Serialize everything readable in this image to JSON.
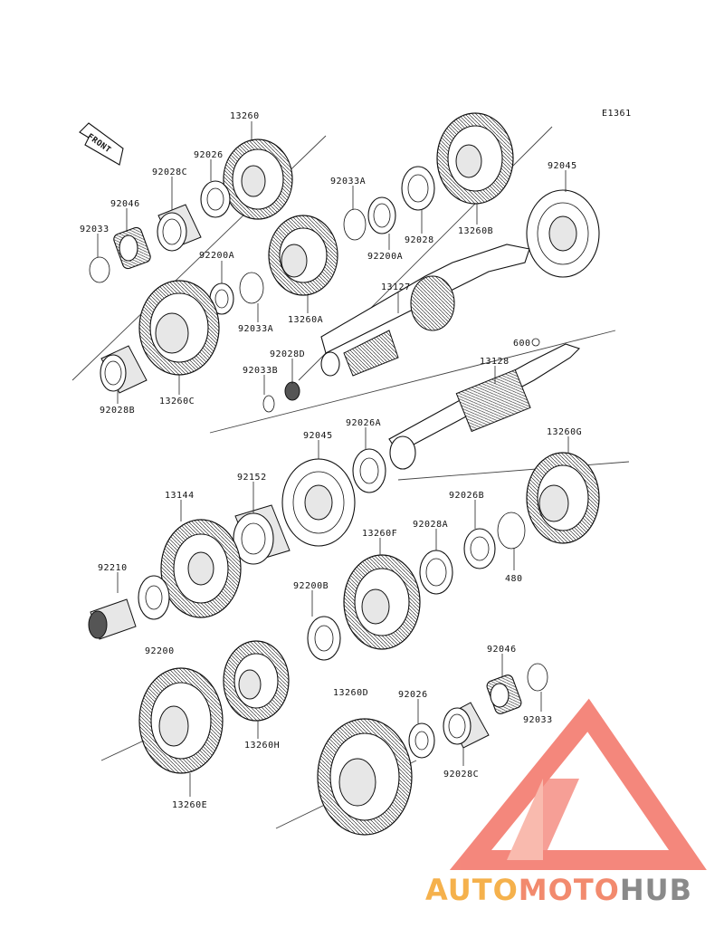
{
  "diagram_code": "E1361",
  "front_label": "FRONT",
  "parts": {
    "p13260": "13260",
    "p92026_top": "92026",
    "p92028C_top": "92028C",
    "p92046_top": "92046",
    "p92033_top": "92033",
    "p92033A_upper": "92033A",
    "p92200A_upper": "92200A",
    "p92028": "92028",
    "p13260B": "13260B",
    "p92045_top": "92045",
    "p92200A_mid": "92200A",
    "p92033A_mid": "92033A",
    "p13260A": "13260A",
    "p13127": "13127",
    "p13260C": "13260C",
    "p92028B": "92028B",
    "p92028D": "92028D",
    "p92033B": "92033B",
    "p600": "600",
    "p13128": "13128",
    "p92026A": "92026A",
    "p92045_mid": "92045",
    "p13260G": "13260G",
    "p92152": "92152",
    "p13144": "13144",
    "p92026B": "92026B",
    "p92028A": "92028A",
    "p13260F": "13260F",
    "p480": "480",
    "p92210": "92210",
    "p92200B": "92200B",
    "p92200": "92200",
    "p92046_bottom": "92046",
    "p13260D": "13260D",
    "p92026_bottom": "92026",
    "p92033_bottom": "92033",
    "p13260H": "13260H",
    "p92028C_bottom": "92028C",
    "p13260E": "13260E"
  },
  "watermark": {
    "part1": "AUTO",
    "part2": "MOTO",
    "part3": "HUB",
    "color1": "#f5b14c",
    "color2": "#f28a6e",
    "color3": "#8a8a8a",
    "logo_color": "#f05a4a"
  }
}
